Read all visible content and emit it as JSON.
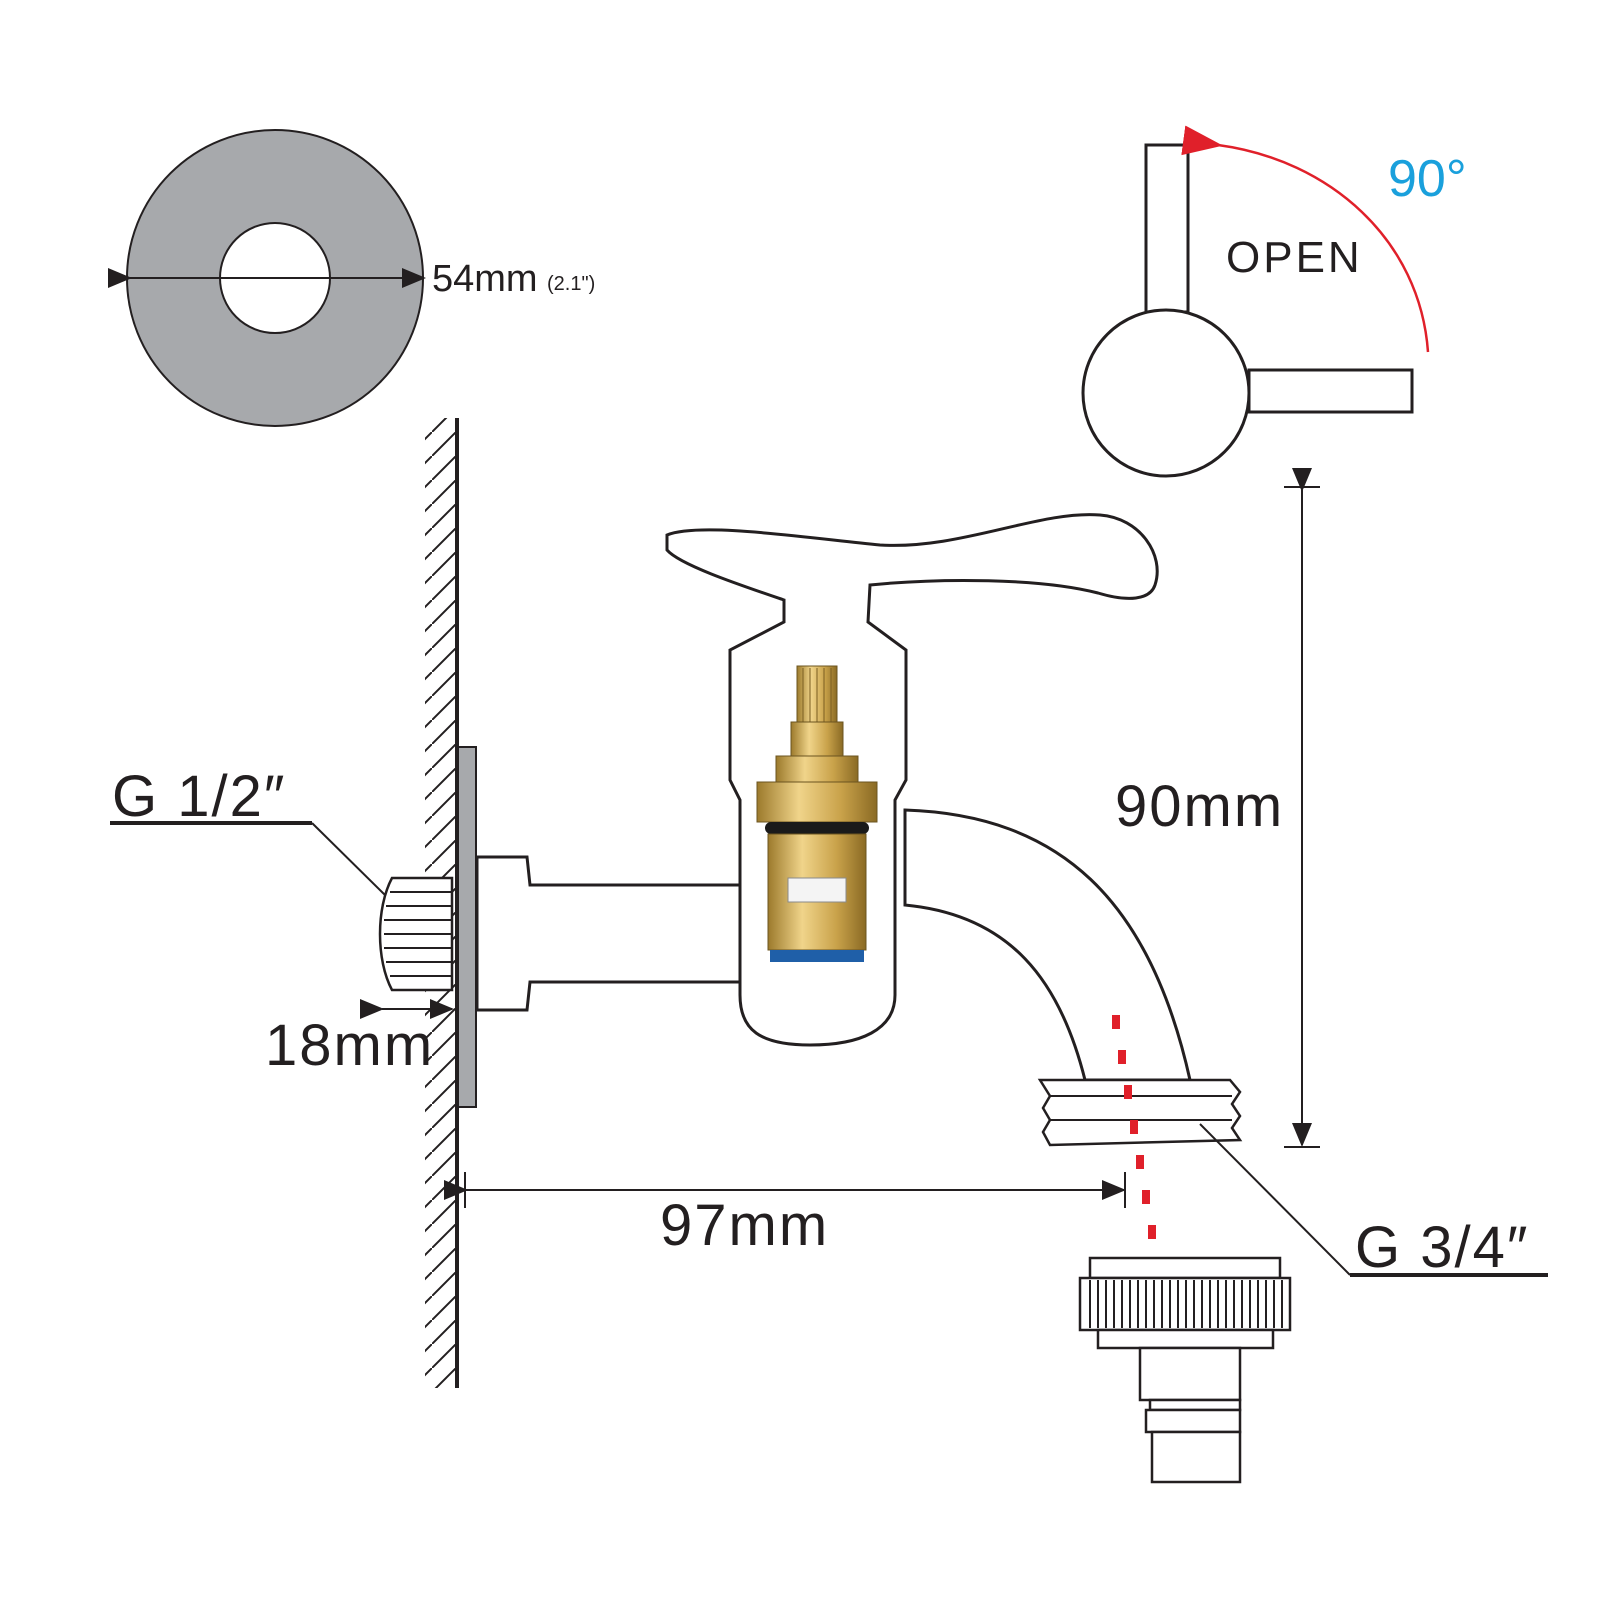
{
  "labels": {
    "flange_diameter": "54mm",
    "flange_diameter_inch": "(2.1\")",
    "open": "OPEN",
    "rotation": "90°",
    "height": "90mm",
    "inlet_thread": "G 1/2″",
    "inlet_length": "18mm",
    "projection": "97mm",
    "outlet_thread": "G 3/4″"
  },
  "colors": {
    "line": "#231f20",
    "flange_fill": "#a7a9ac",
    "brass": "#c9a24a",
    "accent_red": "#e0202a",
    "accent_blue": "#1aa0dc"
  }
}
